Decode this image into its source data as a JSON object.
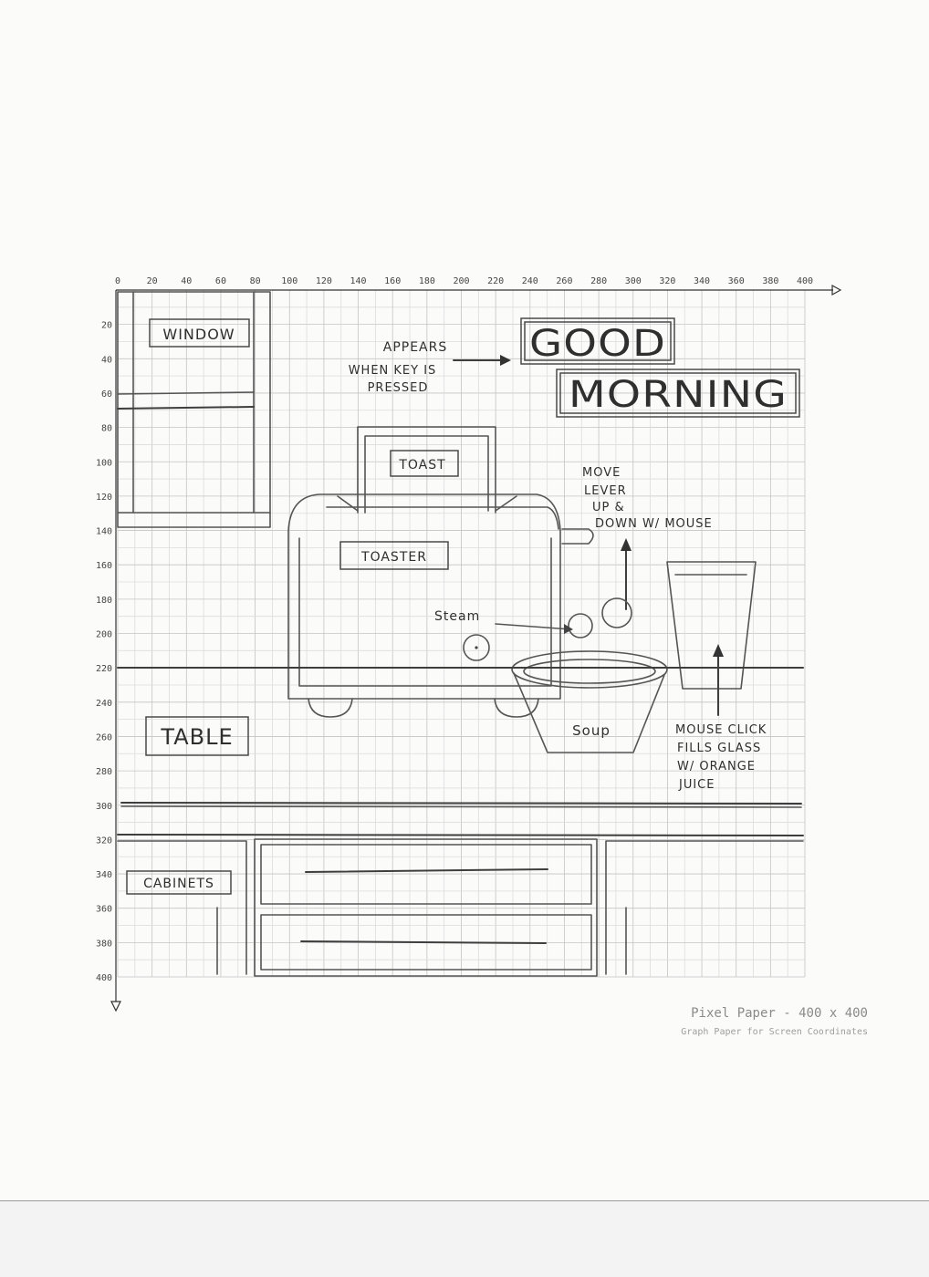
{
  "paper": {
    "footer_title": "Pixel Paper - 400 x 400",
    "footer_subtitle": "Graph Paper for Screen Coordinates"
  },
  "axes": {
    "x_ticks": [
      "0",
      "20",
      "40",
      "60",
      "80",
      "100",
      "120",
      "140",
      "160",
      "180",
      "200",
      "220",
      "240",
      "260",
      "280",
      "300",
      "320",
      "340",
      "360",
      "380",
      "400"
    ],
    "y_ticks": [
      "20",
      "40",
      "60",
      "80",
      "100",
      "120",
      "140",
      "160",
      "180",
      "200",
      "220",
      "240",
      "260",
      "280",
      "300",
      "320",
      "340",
      "360",
      "380",
      "400"
    ]
  },
  "labels": {
    "window": "WINDOW",
    "toast": "TOAST",
    "toaster": "TOASTER",
    "table": "TABLE",
    "cabinets": "CABINETS",
    "soup": "Soup",
    "steam": "Steam",
    "good": "GOOD",
    "morning": "MORNING"
  },
  "notes": {
    "appears_1": "APPEARS",
    "appears_2": "WHEN KEY IS",
    "appears_3": "PRESSED",
    "lever_1": "MOVE",
    "lever_2": "LEVER",
    "lever_3": "UP &",
    "lever_4": "DOWN W/ MOUSE",
    "juice_1": "MOUSE CLICK",
    "juice_2": "FILLS GLASS",
    "juice_3": "W/ ORANGE",
    "juice_4": "JUICE"
  },
  "colors": {
    "pencil": "#555555",
    "grid": "#cfcfcf",
    "paper": "#fbfbfa"
  }
}
